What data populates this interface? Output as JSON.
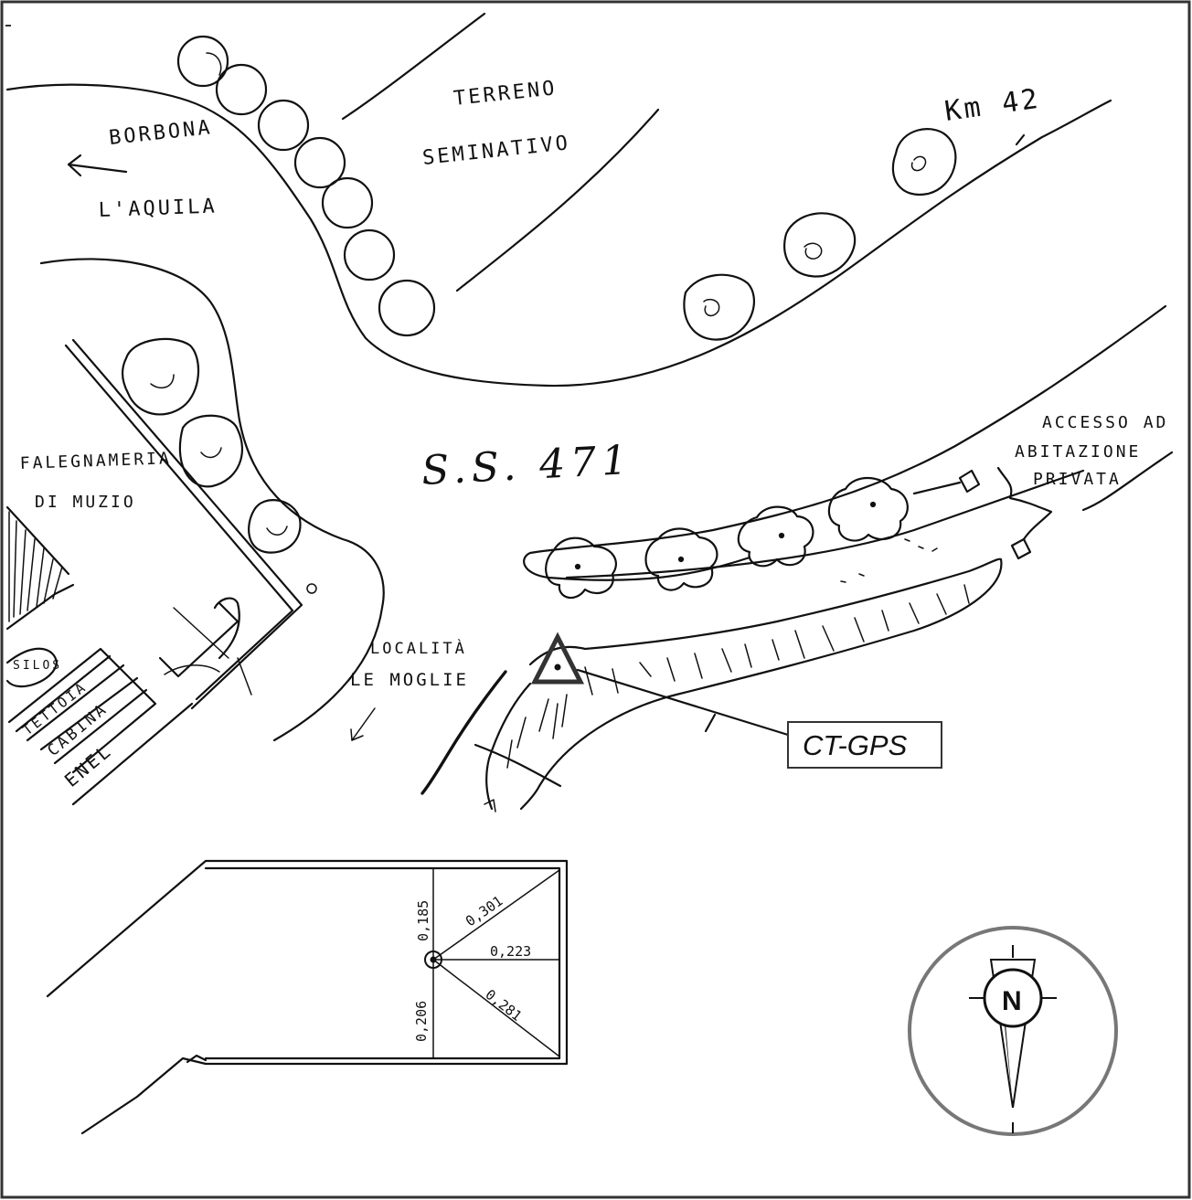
{
  "labels": {
    "terreno_1": "TERRENO",
    "terreno_2": "SEMINATIVO",
    "km": "Km 42",
    "borbona": "BORBONA",
    "aquila": "L'AQUILA",
    "falegnameria_1": "FALEGNAMERIA",
    "falegnameria_2": "DI MUZIO",
    "road": "S.S. 471",
    "accesso_1": "ACCESSO AD",
    "accesso_2": "ABITAZIONE",
    "accesso_3": "PRIVATA",
    "silos": "SILOS",
    "tettoia": "TETTOIA",
    "cabina": "CABINA",
    "enel": "ENEL",
    "localita_1": "LOCALITÀ",
    "localita_2": "LE MOGLIE",
    "ct_gps": "CT-GPS",
    "north": "N"
  },
  "measurements": {
    "top": "0,185",
    "diag_top": "0,301",
    "right": "0,223",
    "diag_bottom": "0,281",
    "bottom": "0,206"
  },
  "colors": {
    "ink": "#111111",
    "compass_ring": "#777777",
    "frame": "#333333"
  }
}
